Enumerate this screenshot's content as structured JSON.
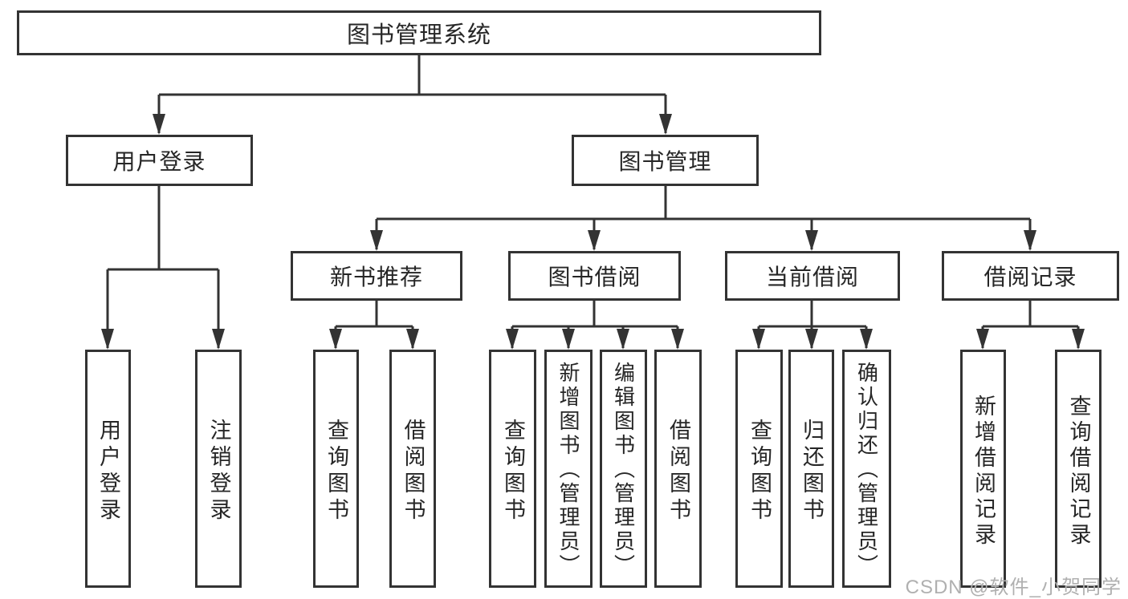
{
  "tree": {
    "label": "图书管理系统",
    "children": [
      {
        "label": "用户登录",
        "children": [
          {
            "label": "用户登录"
          },
          {
            "label": "注销登录"
          }
        ]
      },
      {
        "label": "图书管理",
        "children": [
          {
            "label": "新书推荐",
            "children": [
              {
                "label": "查询图书"
              },
              {
                "label": "借阅图书"
              }
            ]
          },
          {
            "label": "图书借阅",
            "children": [
              {
                "label": "查询图书"
              },
              {
                "label": "新增图书（管理员）"
              },
              {
                "label": "编辑图书（管理员）"
              },
              {
                "label": "借阅图书"
              }
            ]
          },
          {
            "label": "当前借阅",
            "children": [
              {
                "label": "查询图书"
              },
              {
                "label": "归还图书"
              },
              {
                "label": "确认归还（管理员）"
              }
            ]
          },
          {
            "label": "借阅记录",
            "children": [
              {
                "label": "新增借阅记录"
              },
              {
                "label": "查询借阅记录"
              }
            ]
          }
        ]
      }
    ]
  },
  "watermark": {
    "text": "CSDN @软件_小贺同学"
  },
  "colors": {
    "line": "#333333",
    "text": "#262626",
    "watermark": "#b0b0b0",
    "background": "#ffffff"
  }
}
